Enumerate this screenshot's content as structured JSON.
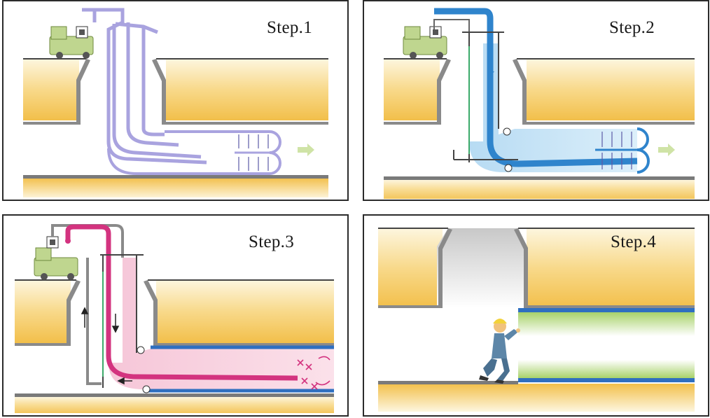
{
  "steps": [
    {
      "label": "Step.1"
    },
    {
      "label": "Step.2"
    },
    {
      "label": "Step.3"
    },
    {
      "label": "Step.4"
    }
  ],
  "colors": {
    "soil": "#f5c24d",
    "soil_light": "#fbe9b5",
    "pipe_wall": "#7a7a7a",
    "hose_purple": "#a9a3df",
    "water_blue": "#2f84cc",
    "liner_magenta": "#d3337f",
    "liner_blue": "#2f6fc0",
    "truck_green": "#b9d48c"
  }
}
